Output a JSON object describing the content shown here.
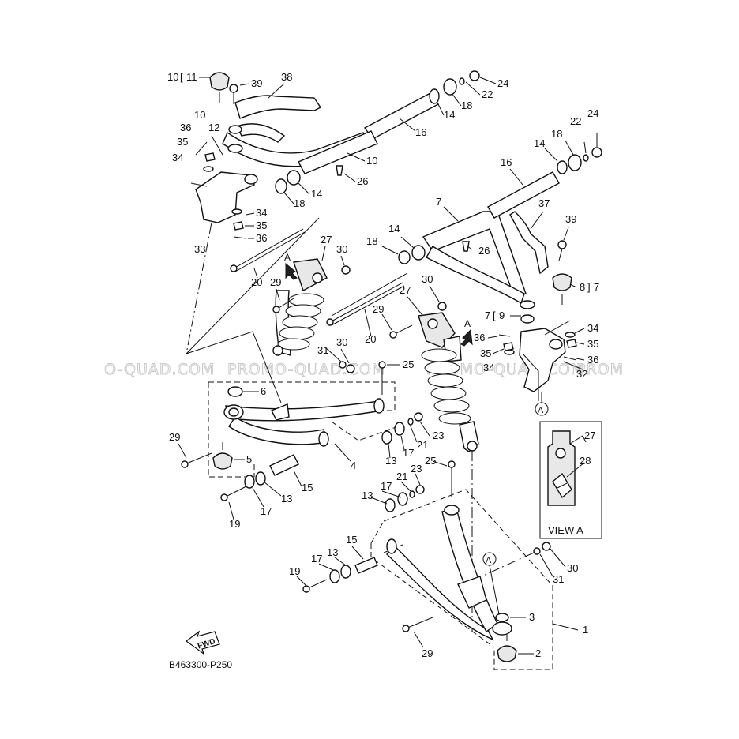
{
  "diagram_code": "B463300-P250",
  "watermark": "PROMO-QUAD.COM",
  "watermark_left": "O-QUAD.COM",
  "watermark_right": "PROM",
  "fwd_label": "FWD",
  "arrow_a_label": "A",
  "view_a_label": "VIEW A",
  "callouts": {
    "n1": "1",
    "n2": "2",
    "n3": "3",
    "n4": "4",
    "n5": "5",
    "n6": "6",
    "n7": "7",
    "n8": "8",
    "n9": "9",
    "n10": "10",
    "n11": "11",
    "n12": "12",
    "n13": "13",
    "n14": "14",
    "n15": "15",
    "n16": "16",
    "n17": "17",
    "n18": "18",
    "n19": "19",
    "n20": "20",
    "n21": "21",
    "n22": "22",
    "n23": "23",
    "n24": "24",
    "n25": "25",
    "n26": "26",
    "n27": "27",
    "n28": "28",
    "n29": "29",
    "n30": "30",
    "n31": "31",
    "n32": "32",
    "n33": "33",
    "n34": "34",
    "n35": "35",
    "n36": "36",
    "n37": "37",
    "n38": "38",
    "n39": "39"
  }
}
